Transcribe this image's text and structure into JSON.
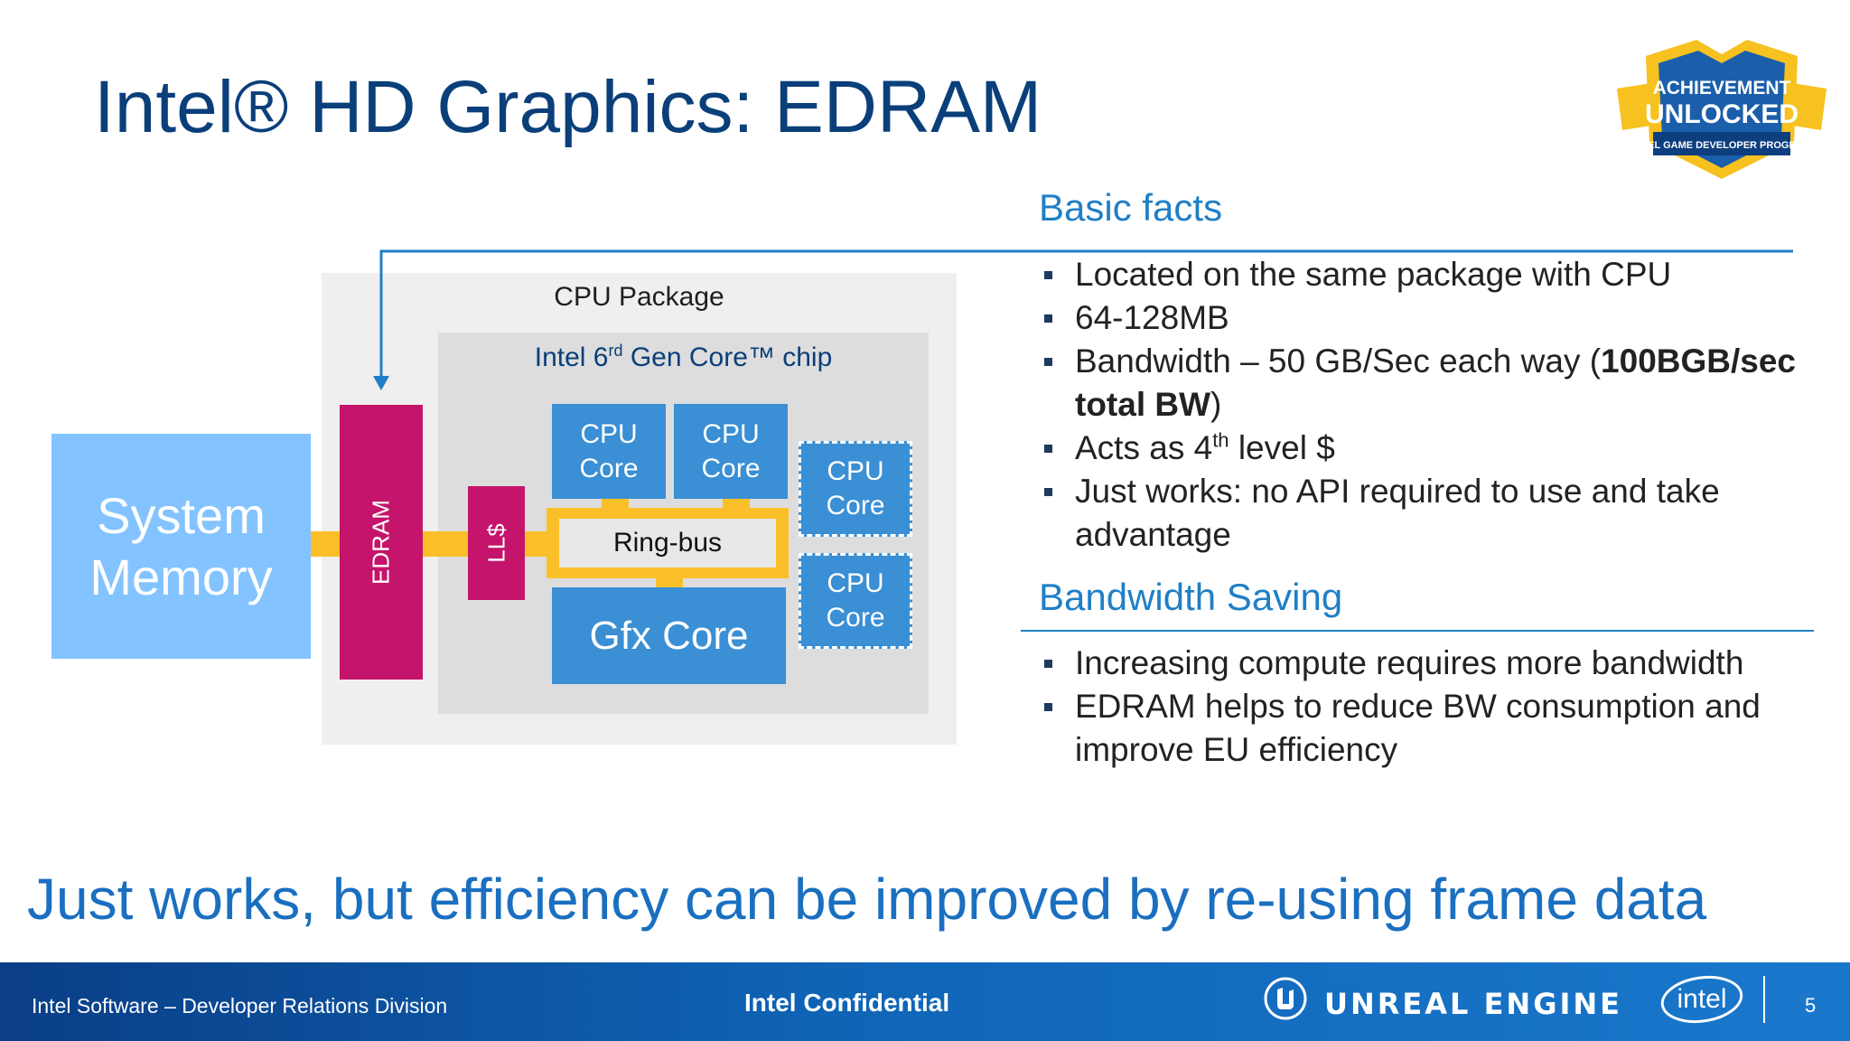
{
  "slide": {
    "title": "Intel® HD Graphics: EDRAM",
    "conclusion": "Just works, but efficiency can be improved by re-using frame data"
  },
  "badge": {
    "line1": "ACHIEVEMENT",
    "line2": "UNLOCKED",
    "line3": "INTEL GAME DEVELOPER PROGRAM",
    "colors": {
      "gold": "#f7c11f",
      "blue": "#1b5fab",
      "dark_blue": "#0d3e7e"
    }
  },
  "diagram": {
    "package_label": "CPU Package",
    "chip_label_pre": "Intel 6",
    "chip_label_sup": "rd",
    "chip_label_post": " Gen Core™   chip",
    "system_memory_line1": "System",
    "system_memory_line2": "Memory",
    "edram": "EDRAM",
    "llc": "LL$",
    "ring_bus": "Ring-bus",
    "gfx_core": "Gfx Core",
    "cores": [
      {
        "line1": "CPU",
        "line2": "Core"
      },
      {
        "line1": "CPU",
        "line2": "Core"
      },
      {
        "line1": "CPU",
        "line2": "Core"
      },
      {
        "line1": "CPU",
        "line2": "Core"
      }
    ],
    "colors": {
      "bus": "#fbbf2a",
      "core": "#3a8fd5",
      "memory": "#83c3ff",
      "edram": "#c5146b",
      "package_bg": "#efefef",
      "chip_bg": "#dddddd"
    }
  },
  "basic_facts": {
    "heading": "Basic facts",
    "items": [
      {
        "text": "Located on the same package with CPU"
      },
      {
        "text": "64-128MB"
      },
      {
        "pre": "Bandwidth – 50 GB/Sec each way (",
        "bold": "100BGB/sec total BW",
        "post": ")"
      },
      {
        "pre": "Acts as 4",
        "sup": "th",
        "post": " level $"
      },
      {
        "text": "Just works: no API required to use and take advantage"
      }
    ]
  },
  "bandwidth_saving": {
    "heading": "Bandwidth Saving",
    "items": [
      "Increasing compute requires more bandwidth",
      "EDRAM  helps to reduce BW consumption and improve EU efficiency"
    ]
  },
  "footer": {
    "left": "Intel Software – Developer Relations Division",
    "center": "Intel Confidential",
    "engine": "UNREAL ENGINE",
    "intel": "intel",
    "page": "5"
  }
}
